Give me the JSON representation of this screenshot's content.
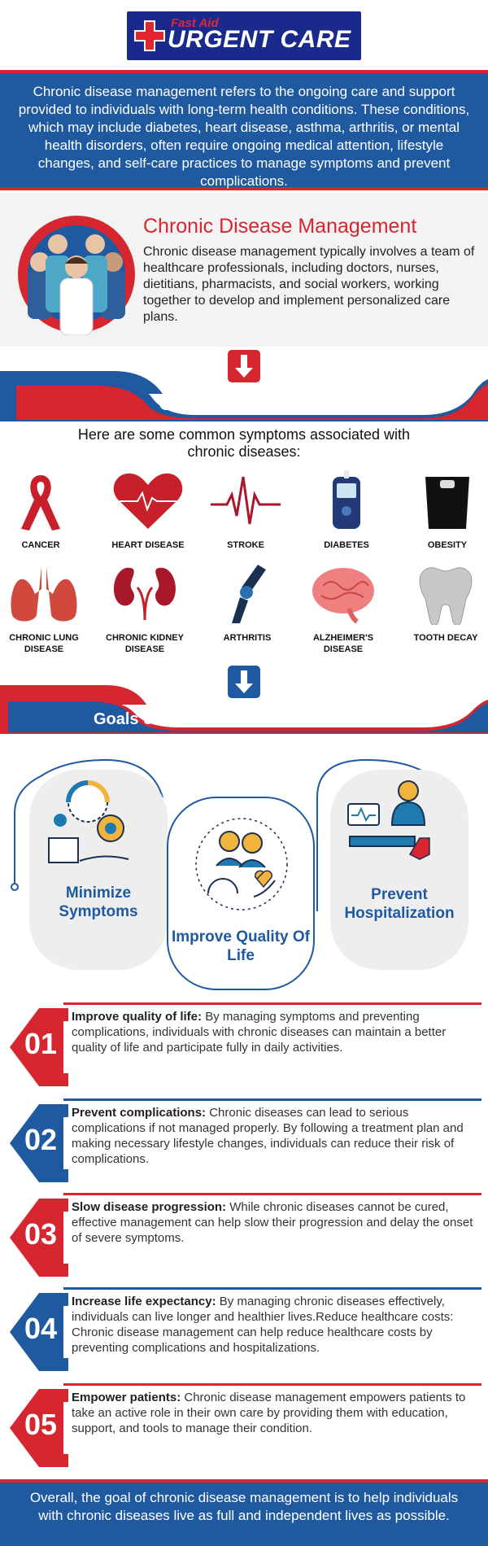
{
  "header": {
    "logo_line1": "Fast Aid",
    "logo_line2": "URGENT CARE"
  },
  "intro": "Chronic disease management refers to the ongoing care and support provided to individuals with long-term health conditions. These conditions, which may include diabetes, heart disease, asthma, arthritis, or mental health disorders, often require ongoing medical attention, lifestyle changes, and self-care practices to manage symptoms and prevent complications.",
  "cdm": {
    "title": "Chronic Disease Management",
    "text": "Chronic disease management typically involves a team of healthcare professionals, including doctors, nurses, dietitians, pharmacists, and social workers, working together to develop and implement personalized care plans."
  },
  "chronic_diseases": {
    "title": "Chronic Diseases",
    "subtitle": "Here are some common symptoms associated with chronic diseases:",
    "items": [
      {
        "label": "CANCER",
        "icon": "ribbon-icon"
      },
      {
        "label": "HEART DISEASE",
        "icon": "heart-icon"
      },
      {
        "label": "STROKE",
        "icon": "pulse-icon"
      },
      {
        "label": "DIABETES",
        "icon": "glucometer-icon"
      },
      {
        "label": "OBESITY",
        "icon": "scale-icon"
      },
      {
        "label": "CHRONIC LUNG DISEASE",
        "icon": "lungs-icon"
      },
      {
        "label": "CHRONIC KIDNEY DISEASE",
        "icon": "kidneys-icon"
      },
      {
        "label": "ARTHRITIS",
        "icon": "knee-joint-icon"
      },
      {
        "label": "ALZHEIMER'S DISEASE",
        "icon": "brain-icon"
      },
      {
        "label": "TOOTH DECAY",
        "icon": "tooth-icon"
      }
    ]
  },
  "goals": {
    "title": "Goals of Chronic Disease Management",
    "cards": [
      {
        "label": "Minimize Symptoms"
      },
      {
        "label": "Improve Quality Of Life"
      },
      {
        "label": "Prevent Hospitalization"
      }
    ],
    "items": [
      {
        "num": "01",
        "head": "Improve quality of life:",
        "text": " By managing symptoms and preventing complications, individuals with chronic diseases can maintain a better quality of life and participate fully in daily activities.",
        "color": "#d62630"
      },
      {
        "num": "02",
        "head": "Prevent complications:",
        "text": " Chronic diseases can lead to serious complications if not managed properly. By following a treatment plan and making necessary lifestyle changes, individuals can reduce their risk of complications.",
        "color": "#1f5aa0"
      },
      {
        "num": "03",
        "head": "Slow disease progression:",
        "text": " While chronic diseases cannot be cured, effective management can help slow their progression and delay the onset of severe symptoms.",
        "color": "#d62630"
      },
      {
        "num": "04",
        "head": "Increase life expectancy:",
        "text": " By managing chronic diseases effectively, individuals can live longer and healthier lives.Reduce healthcare costs: Chronic disease management can help reduce healthcare costs by preventing complications and hospitalizations.",
        "color": "#1f5aa0"
      },
      {
        "num": "05",
        "head": "Empower patients:",
        "text": " Chronic disease management empowers patients to take an active role in their own care by providing them with education, support, and tools to manage their condition.",
        "color": "#d62630"
      }
    ]
  },
  "footer": "Overall, the goal of chronic disease management is to help individuals with chronic diseases live as full and independent lives as possible.",
  "colors": {
    "red": "#d62630",
    "blue": "#1f5aa0",
    "navy": "#1a2a8c"
  }
}
